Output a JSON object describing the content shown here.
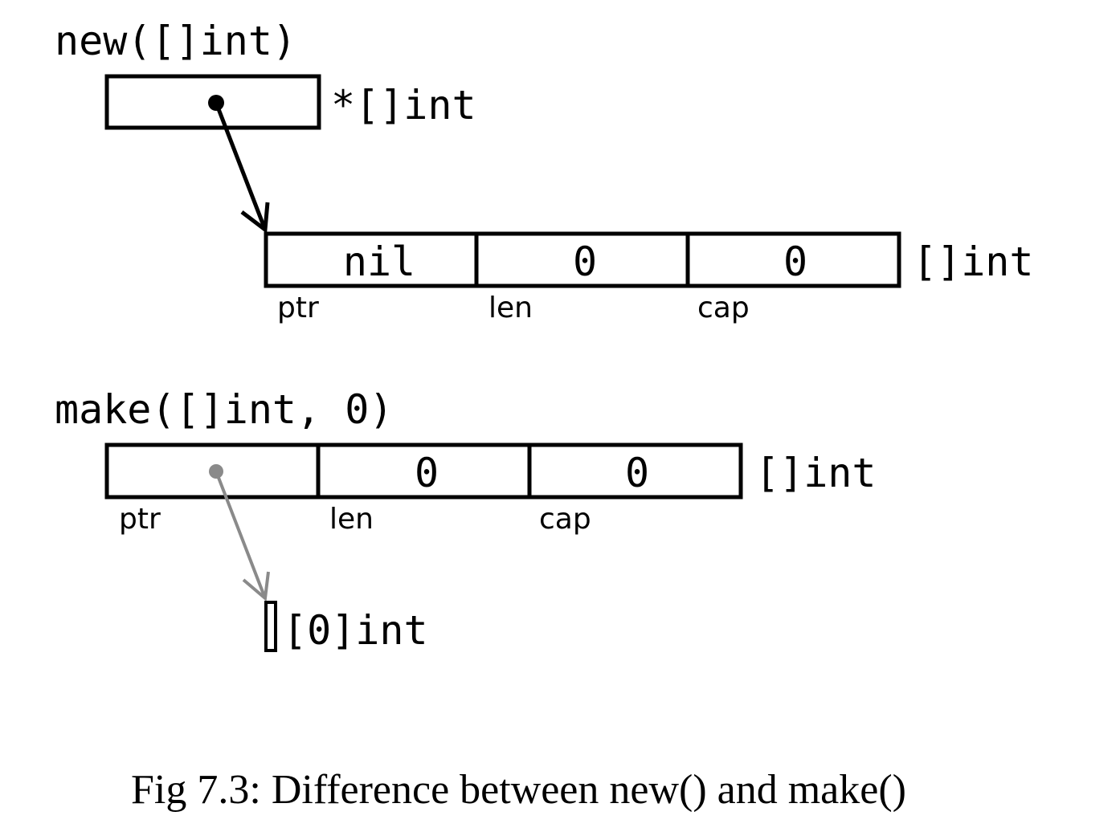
{
  "new_section": {
    "title": "new([]int)",
    "pointer_type": "*[]int",
    "slice_type": "[]int",
    "cells": [
      {
        "value": "nil",
        "field": "ptr"
      },
      {
        "value": "0",
        "field": "len"
      },
      {
        "value": "0",
        "field": "cap"
      }
    ]
  },
  "make_section": {
    "title": "make([]int, 0)",
    "slice_type": "[]int",
    "cells": [
      {
        "value": "",
        "field": "ptr"
      },
      {
        "value": "0",
        "field": "len"
      },
      {
        "value": "0",
        "field": "cap"
      }
    ],
    "array_type": "[0]int"
  },
  "caption": "Fig 7.3: Difference between new() and make()",
  "colors": {
    "line": "#000000",
    "pointer_gray": "#8a8a8a",
    "background": "#ffffff"
  }
}
